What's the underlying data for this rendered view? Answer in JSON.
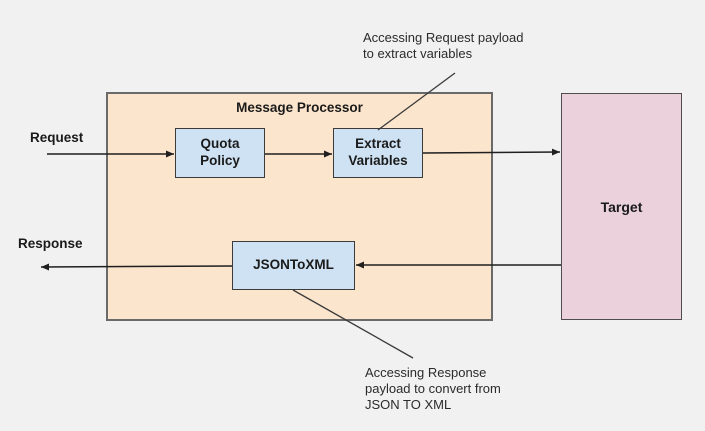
{
  "diagram": {
    "message_processor": {
      "title": "Message Processor"
    },
    "nodes": {
      "quota_policy": {
        "label": "Quota\nPolicy"
      },
      "extract_variables": {
        "label": "Extract\nVariables"
      },
      "json_to_xml": {
        "label": "JSONToXML"
      },
      "target": {
        "label": "Target"
      }
    },
    "flow_labels": {
      "request": "Request",
      "response": "Response"
    },
    "annotations": {
      "top": "Accessing Request payload\nto extract variables",
      "bottom": "Accessing Response\npayload to convert from\nJSON TO XML"
    },
    "edges": [
      {
        "from": "request-label",
        "to": "quota_policy",
        "direction": "right"
      },
      {
        "from": "quota_policy",
        "to": "extract_variables",
        "direction": "right"
      },
      {
        "from": "extract_variables",
        "to": "target",
        "direction": "right"
      },
      {
        "from": "target",
        "to": "json_to_xml",
        "direction": "left"
      },
      {
        "from": "json_to_xml",
        "to": "response-label",
        "direction": "left"
      }
    ],
    "colors": {
      "message_processor_fill": "#fce5cd",
      "policy_node_fill": "#cfe2f3",
      "target_fill": "#ead1dc",
      "background": "#f1f1f2",
      "line": "#1f1f1f"
    }
  }
}
